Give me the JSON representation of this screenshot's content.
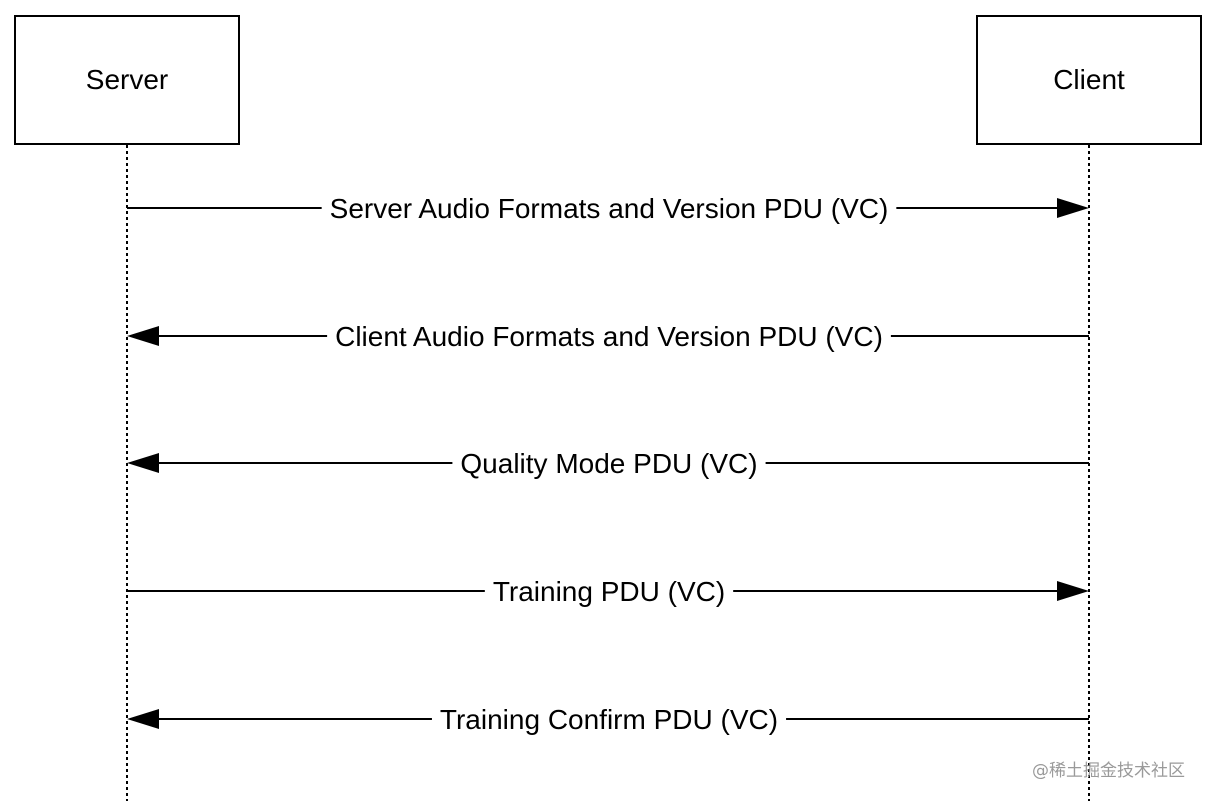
{
  "participants": {
    "server": {
      "label": "Server"
    },
    "client": {
      "label": "Client"
    }
  },
  "messages": [
    {
      "label": "Server Audio Formats and Version PDU (VC)",
      "from": "server",
      "to": "client"
    },
    {
      "label": "Client Audio Formats and Version PDU (VC)",
      "from": "client",
      "to": "server"
    },
    {
      "label": "Quality Mode PDU (VC)",
      "from": "client",
      "to": "server"
    },
    {
      "label": "Training PDU (VC)",
      "from": "server",
      "to": "client"
    },
    {
      "label": "Training Confirm PDU (VC)",
      "from": "client",
      "to": "server"
    }
  ],
  "watermark": "@稀土掘金技术社区",
  "colors": {
    "line": "#000000",
    "background": "#ffffff",
    "watermark": "#9a9a9a"
  }
}
